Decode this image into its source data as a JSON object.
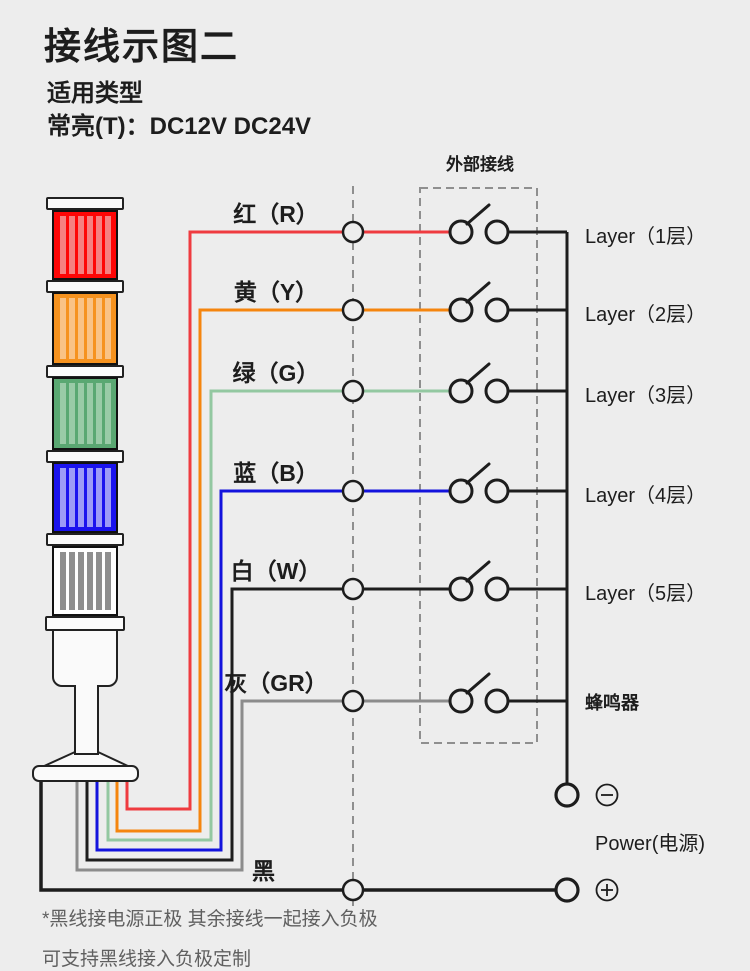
{
  "header": {
    "title": "接线示图二",
    "subtitle": "适用类型",
    "spec": "常亮(T)：DC12V DC24V"
  },
  "diagram": {
    "external_wiring_label": "外部接线",
    "rows": [
      {
        "wire_label": "红（R）",
        "right_label": "Layer（1层）"
      },
      {
        "wire_label": "黄（Y）",
        "right_label": "Layer（2层）"
      },
      {
        "wire_label": "绿（G）",
        "right_label": "Layer（3层）"
      },
      {
        "wire_label": "蓝（B）",
        "right_label": "Layer（4层）"
      },
      {
        "wire_label": "白（W）",
        "right_label": "Layer（5层）"
      },
      {
        "wire_label": "灰（GR）",
        "right_label": "蜂鸣器"
      }
    ],
    "black_wire_label": "黑",
    "power_label": "Power(电源)"
  },
  "footnotes": {
    "line1": "*黑线接电源正极 其余接线一起接入负极",
    "line2": "可支持黑线接入负极定制"
  },
  "colors": {
    "red": "#ef3b40",
    "yellow": "#f5850e",
    "green": "#93c8a1",
    "blue": "#1313dd",
    "white_wire": "#1d1d1d",
    "gray": "#8c8c8c",
    "black": "#1d1d1d",
    "dash": "#8f8f8f",
    "stroke": "#1d1d1d"
  },
  "tower": {
    "segments": [
      {
        "name": "red lens",
        "body": "#fe0606",
        "stripe": "#f58181"
      },
      {
        "name": "yellow lens",
        "body": "#f6921e",
        "stripe": "#f9c285"
      },
      {
        "name": "green lens",
        "body": "#5aa872",
        "stripe": "#9acba7"
      },
      {
        "name": "blue lens",
        "body": "#1a13ee",
        "stripe": "#9c9cf6"
      },
      {
        "name": "white lens",
        "body": "#ffffff",
        "stripe": "#8f8f8f"
      }
    ]
  }
}
